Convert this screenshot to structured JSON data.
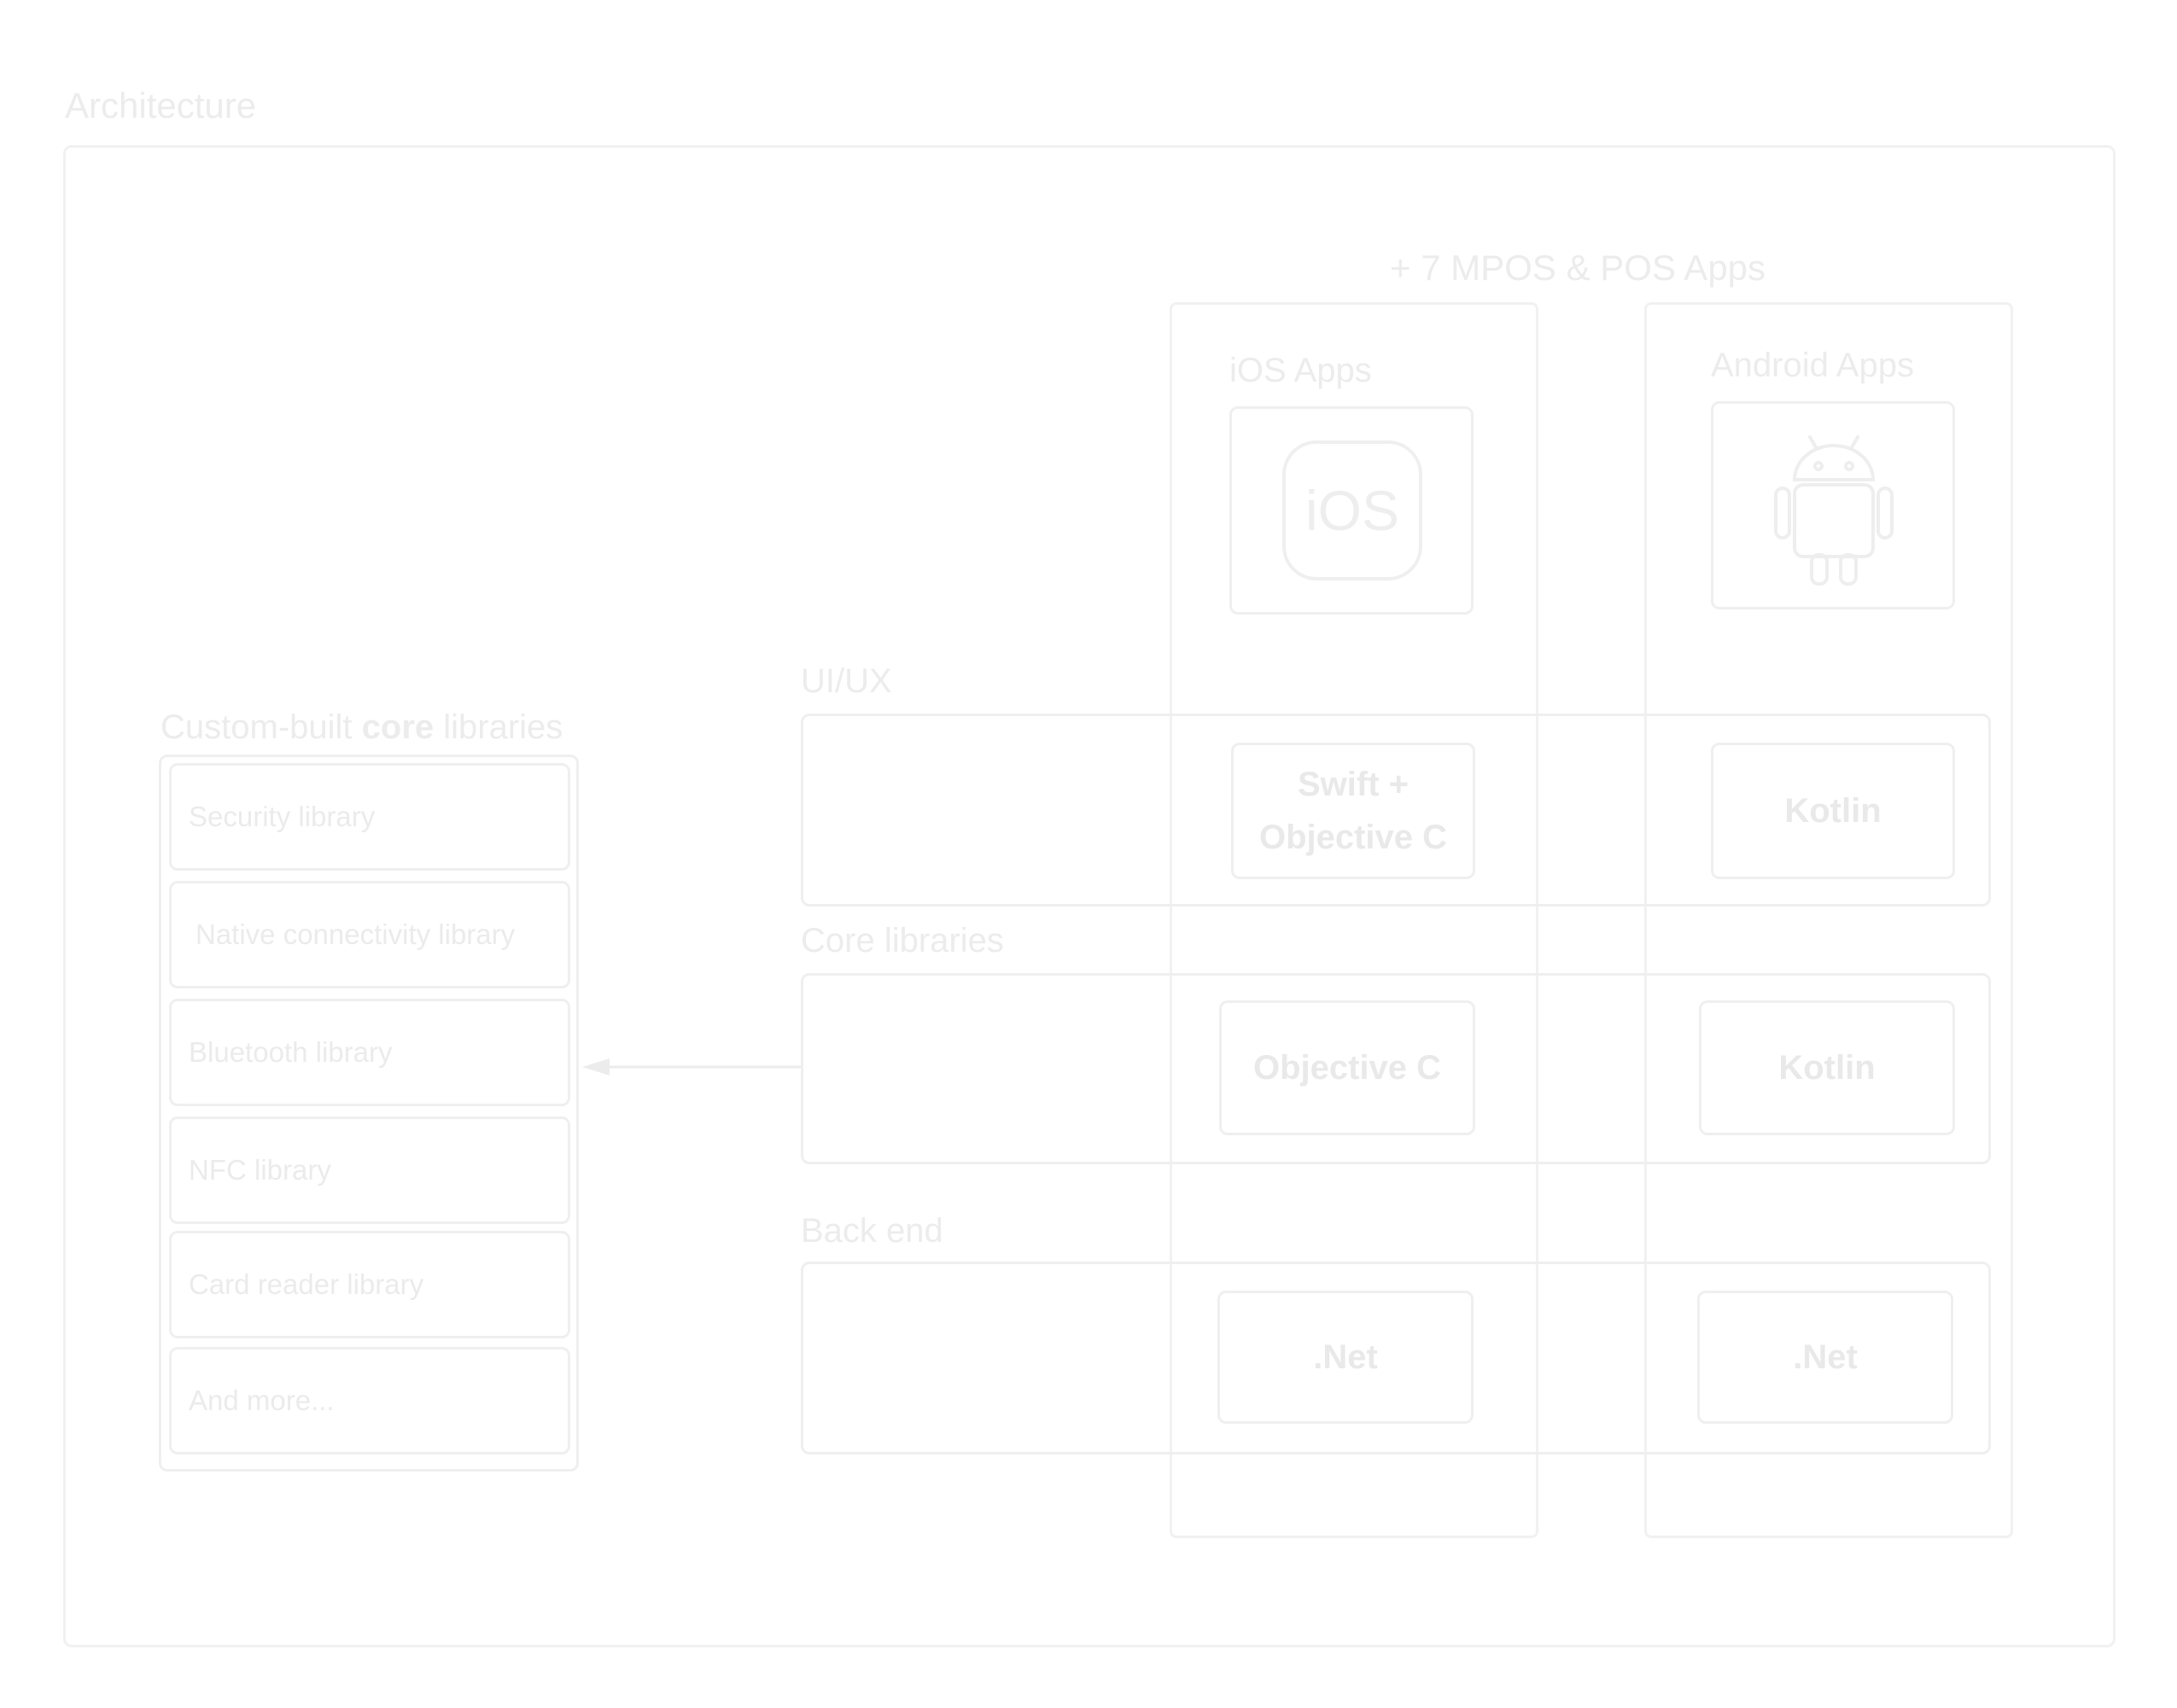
{
  "title": "Architecture",
  "apps_heading": "+ 7 MPOS & POS Apps",
  "columns": {
    "ios": {
      "label": "iOS Apps",
      "icon": "ios-logo-icon",
      "icon_text": "iOS"
    },
    "android": {
      "label": "Android Apps",
      "icon": "android-robot-icon"
    }
  },
  "layers": {
    "uiux": {
      "label": "UI/UX",
      "ios": "Swift + Objective C",
      "android": "Kotlin"
    },
    "core": {
      "label": "Core libraries",
      "ios": "Objective C",
      "android": "Kotlin"
    },
    "backend": {
      "label": "Back end",
      "ios": ".Net",
      "android": ".Net"
    }
  },
  "custom_libraries": {
    "title_prefix": "Custom-built",
    "title_bold": "core",
    "title_suffix": "libraries",
    "items": [
      "Security library",
      "Native connectivity library",
      "Bluetooth library",
      "NFC library",
      "Card reader library",
      "And more..."
    ]
  },
  "colors": {
    "background": "#ffffff",
    "stroke": "#f0f0f0",
    "text": "#ececec"
  }
}
